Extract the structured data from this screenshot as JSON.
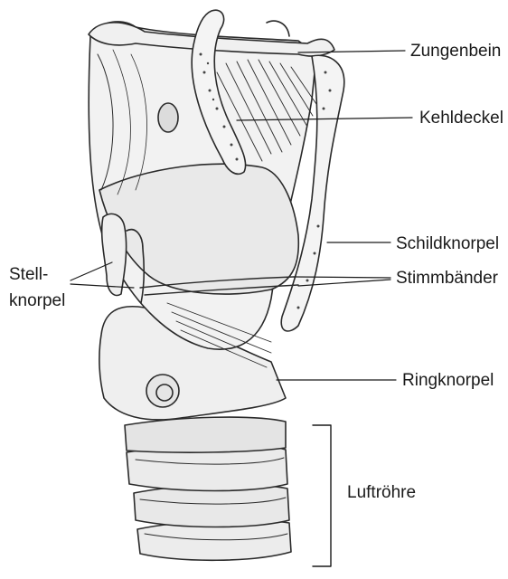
{
  "labels": {
    "zungenbein": "Zungenbein",
    "kehldeckel": "Kehldeckel",
    "schildknorpel": "Schildknorpel",
    "stimmbaender": "Stimmbänder",
    "ringknorpel": "Ringknorpel",
    "luftroehre": "Luftröhre",
    "stellknorpel_line1": "Stell-",
    "stellknorpel_line2": "knorpel"
  }
}
